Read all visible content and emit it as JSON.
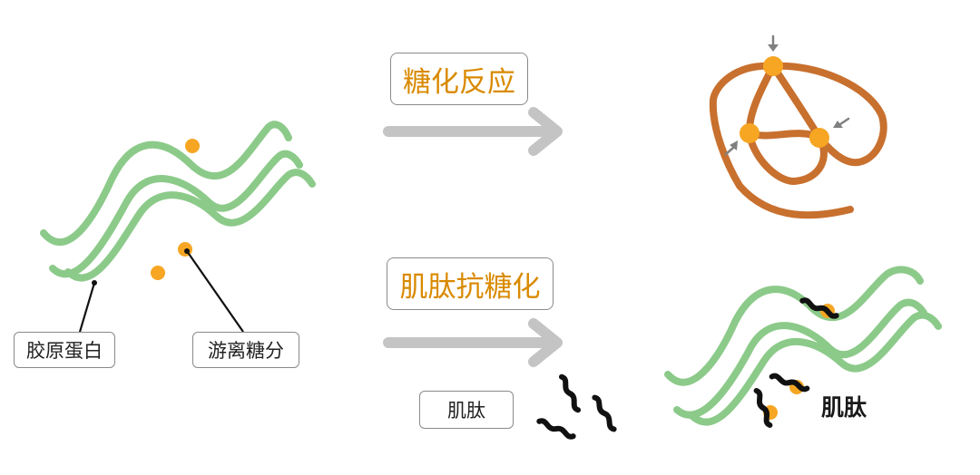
{
  "labels": {
    "collagen": "胶原蛋白",
    "free_sugar": "游离糖分",
    "glycation": "糖化反应",
    "anti_glycation": "肌肽抗糖化",
    "peptide_box": "肌肽",
    "peptide_plain": "肌肽"
  },
  "colors": {
    "collagen_green": "#8cca8a",
    "sugar_orange": "#f6a623",
    "crosslink_brown": "#c8702e",
    "arrow_gray": "#c4c4c4",
    "label_orange": "#d98a00",
    "peptide_black": "#111111",
    "pointer_gray": "#808080"
  },
  "icons": {
    "process_arrow": "right-arrow-icon",
    "pointer_arrow": "small-arrow-icon",
    "peptide": "squiggle-peptide-icon"
  }
}
